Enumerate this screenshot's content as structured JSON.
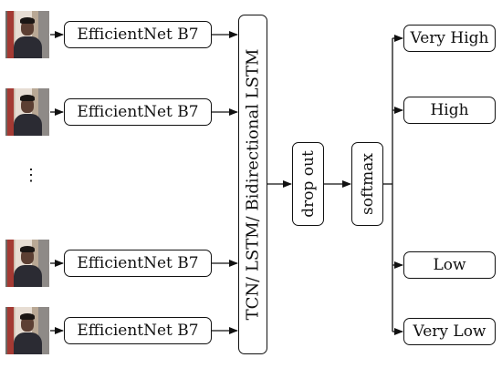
{
  "frames": [
    "video-frame-1",
    "video-frame-2",
    "video-frame-3",
    "video-frame-4"
  ],
  "encoder_label": "EfficientNet B7",
  "ellipsis": "⋮",
  "temporal_label": "TCN/ LSTM/ Bidirectional LSTM",
  "dropout_label": "drop out",
  "softmax_label": "softmax",
  "outputs": [
    "Very High",
    "High",
    "Low",
    "Very Low"
  ]
}
